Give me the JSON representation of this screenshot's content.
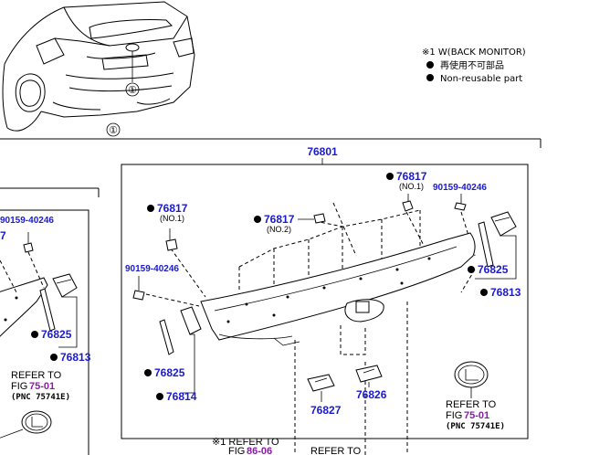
{
  "legend": {
    "line1": "※1 W(BACK MONITOR)",
    "line2": "再使用不可部品",
    "line3": "Non-reusable part"
  },
  "callouts": {
    "circle_one": "①",
    "assembly": "76801",
    "emblem_ref": {
      "refer_to": "REFER TO",
      "fig_prefix": "FIG",
      "fig_no": "75-01",
      "pnc": "(PNC 75741E)"
    },
    "left_emblem_ref": {
      "refer_to": "REFER TO",
      "fig_prefix": "FIG",
      "fig_no": "75-01",
      "pnc": "(PNC 75741E)"
    },
    "bottom_ref": {
      "refer_to": "※1 REFER TO",
      "fig_prefix": "FIG",
      "fig_no": "86-06"
    },
    "bottom_ref2": "REFER TO"
  },
  "parts": {
    "p76817_top": {
      "pnc": "76817",
      "sub": "(NO.1)"
    },
    "p90159_top": {
      "pnc": "90159-40246"
    },
    "p76817_left": {
      "pnc": "76817",
      "sub": "(NO.1)"
    },
    "p76817_mid": {
      "pnc": "76817",
      "sub": "(NO.2)"
    },
    "p90159_left": {
      "pnc": "90159-40246"
    },
    "p76825_right": {
      "pnc": "76825"
    },
    "p76813_right": {
      "pnc": "76813"
    },
    "p76825_left": {
      "pnc": "76825"
    },
    "p76814_left": {
      "pnc": "76814"
    },
    "p76827": {
      "pnc": "76827"
    },
    "p76826": {
      "pnc": "76826"
    },
    "l90159": {
      "pnc": "90159-40246"
    },
    "l76825": {
      "pnc": "76825"
    },
    "l76813": {
      "pnc": "76813"
    },
    "l_partial": {
      "pnc": "7"
    }
  }
}
